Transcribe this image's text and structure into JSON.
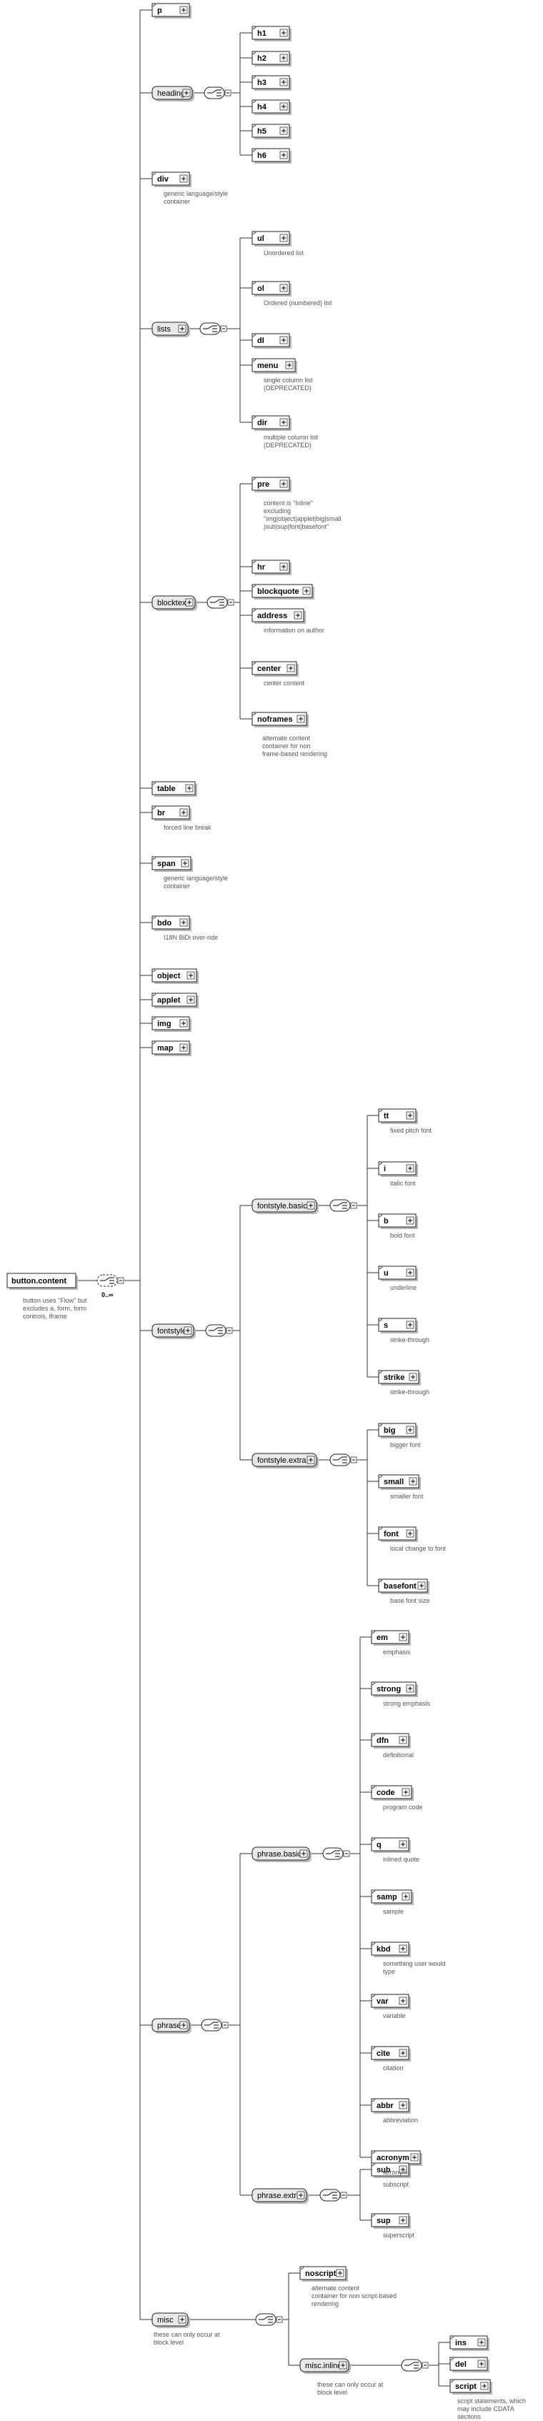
{
  "root": {
    "label": "button.content",
    "annotation": [
      "button uses \"Flow\" but",
      "excludes a, form, form",
      "controls, iframe"
    ],
    "occurrence": "0..∞"
  },
  "nodes": {
    "p": "p",
    "heading": "heading",
    "h1": "h1",
    "h2": "h2",
    "h3": "h3",
    "h4": "h4",
    "h5": "h5",
    "h6": "h6",
    "div": "div",
    "lists": "lists",
    "ul": "ul",
    "ol": "ol",
    "dl": "dl",
    "menu": "menu",
    "dir": "dir",
    "blocktext": "blocktext",
    "pre": "pre",
    "hr": "hr",
    "blockquote": "blockquote",
    "address": "address",
    "center": "center",
    "noframes": "noframes",
    "table": "table",
    "br": "br",
    "span": "span",
    "bdo": "bdo",
    "object": "object",
    "applet": "applet",
    "img": "img",
    "map": "map",
    "fontstyle": "fontstyle",
    "fontstyle_basic": "fontstyle.basic",
    "tt": "tt",
    "i": "i",
    "b": "b",
    "u": "u",
    "s": "s",
    "strike": "strike",
    "fontstyle_extra": "fontstyle.extra",
    "big": "big",
    "small": "small",
    "font": "font",
    "basefont": "basefont",
    "phrase": "phrase",
    "phrase_basic": "phrase.basic",
    "em": "em",
    "strong": "strong",
    "dfn": "dfn",
    "code": "code",
    "q": "q",
    "samp": "samp",
    "kbd": "kbd",
    "var": "var",
    "cite": "cite",
    "abbr": "abbr",
    "acronym": "acronym",
    "phrase_extra": "phrase.extra",
    "sub": "sub",
    "sup": "sup",
    "misc": "misc",
    "noscript": "noscript",
    "misc_inline": "misc.inline",
    "ins": "ins",
    "del": "del",
    "script": "script"
  },
  "annotations": {
    "div": [
      "generic language/style",
      "container"
    ],
    "ul": [
      "Unordered list"
    ],
    "ol": [
      "Ordered (numbered) list"
    ],
    "menu": [
      "single column list",
      "(DEPRECATED)"
    ],
    "dir": [
      "multiple column list",
      "(DEPRECATED)"
    ],
    "pre": [
      "content is \"Inline\"",
      "excluding",
      "\"img|object|applet|big|small",
      "|sub|sup|font|basefont\""
    ],
    "address": [
      "information on author"
    ],
    "center": [
      "center content"
    ],
    "noframes": [
      "alternate content",
      "container for non",
      "frame-based rendering"
    ],
    "br": [
      "forced line break"
    ],
    "span": [
      "generic language/style",
      "container"
    ],
    "bdo": [
      "I18N BiDi over-ride"
    ],
    "tt": [
      "fixed pitch font"
    ],
    "i": [
      "italic font"
    ],
    "b": [
      "bold font"
    ],
    "u": [
      "underline"
    ],
    "s": [
      "strike-through"
    ],
    "strike": [
      "strike-through"
    ],
    "big": [
      "bigger font"
    ],
    "small": [
      "smaller font"
    ],
    "font": [
      "local change to font"
    ],
    "basefont": [
      "base font size"
    ],
    "em": [
      "emphasis"
    ],
    "strong": [
      "strong emphasis"
    ],
    "dfn": [
      "definitional"
    ],
    "code": [
      "program code"
    ],
    "q": [
      "inlined quote"
    ],
    "samp": [
      "sample"
    ],
    "kbd": [
      "something user would",
      "type"
    ],
    "var": [
      "variable"
    ],
    "cite": [
      "citation"
    ],
    "abbr": [
      "abbreviation"
    ],
    "acronym": [
      "acronym"
    ],
    "sub": [
      "subscript"
    ],
    "sup": [
      "superscript"
    ],
    "misc": [
      "these can only occur at",
      "block level"
    ],
    "noscript": [
      "alternate content",
      "container for non script-based",
      "rendering"
    ],
    "misc_inline": [
      "these can only occur at",
      "block level"
    ],
    "script": [
      "script statements, which",
      "may include CDATA",
      "sections"
    ]
  }
}
